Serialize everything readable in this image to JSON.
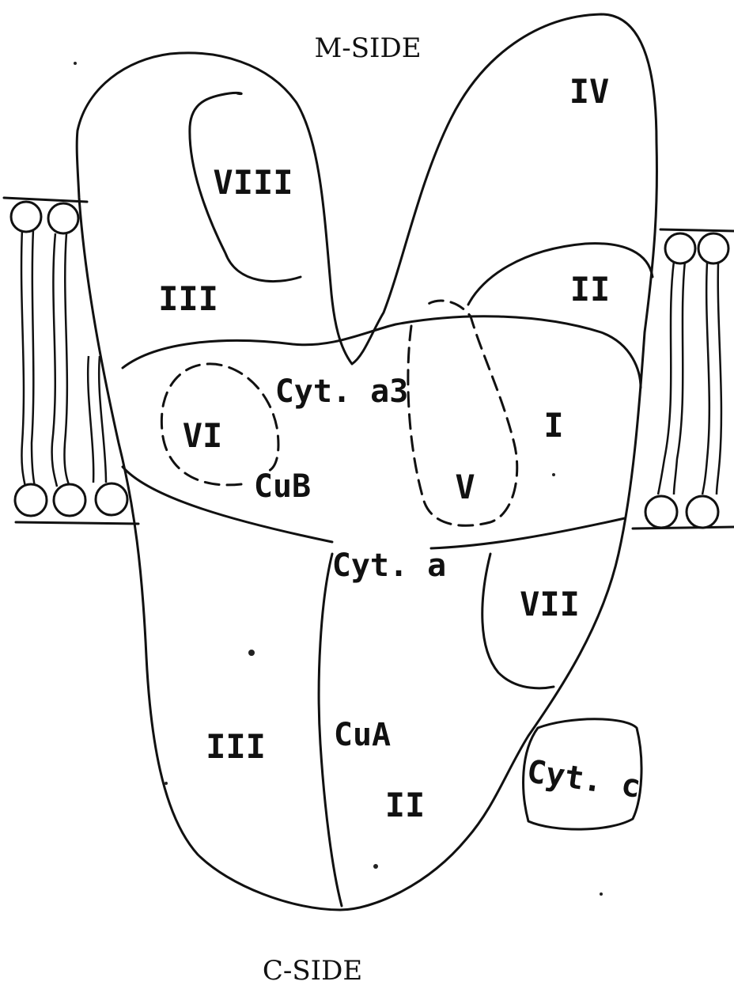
{
  "labels": {
    "m_side": "M-SIDE",
    "c_side": "C-SIDE"
  },
  "subunits": {
    "viii": "VIII",
    "iv": "IV",
    "iii_upper": "III",
    "ii_upper": "II",
    "i": "I",
    "vi": "VI",
    "v": "V",
    "vii": "VII",
    "iii_lower": "III",
    "ii_lower": "II"
  },
  "cofactors": {
    "cyt_a3": "Cyt. a3",
    "cu_b": "CuB",
    "cyt_a": "Cyt. a",
    "cu_a": "CuA",
    "cyt_c": "Cyt. c"
  },
  "colors": {
    "ink": "#111111",
    "background": "#ffffff"
  }
}
